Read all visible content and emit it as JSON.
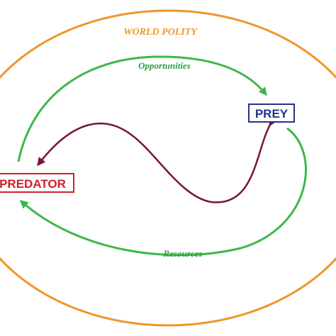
{
  "diagram": {
    "outer_label": "WORLD POLITY",
    "top_arrow_label": "Opportunities",
    "bottom_arrow_label": "Resources",
    "predator_label": "PREDATOR",
    "prey_label": "PREY"
  },
  "colors": {
    "ellipse": "#f0962a",
    "outer_label": "#f0962a",
    "green_arrow": "#3cb84a",
    "green_label": "#2f9a42",
    "wave": "#7a1438",
    "predator": "#d0202c",
    "prey": "#23338e"
  }
}
